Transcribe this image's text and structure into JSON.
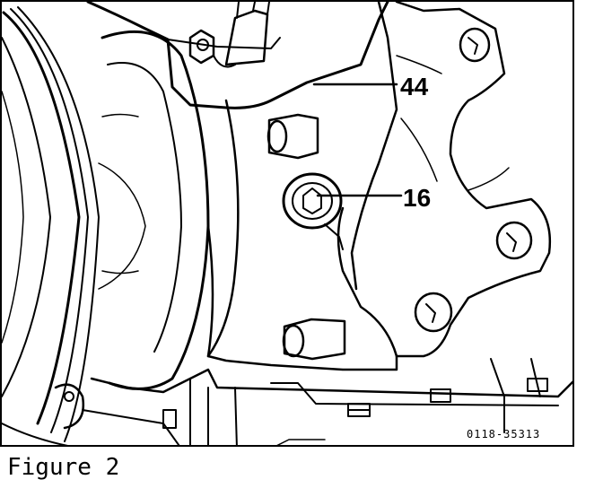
{
  "figure": {
    "callouts": [
      {
        "label": "44"
      },
      {
        "label": "16"
      }
    ],
    "drawing_code": "0118-35313",
    "caption": "Figure 2"
  },
  "colors": {
    "ink": "#000000",
    "paper": "#ffffff"
  },
  "icons": [
    "engine-housing-illustration",
    "pulley-illustration",
    "bolt-icon"
  ]
}
